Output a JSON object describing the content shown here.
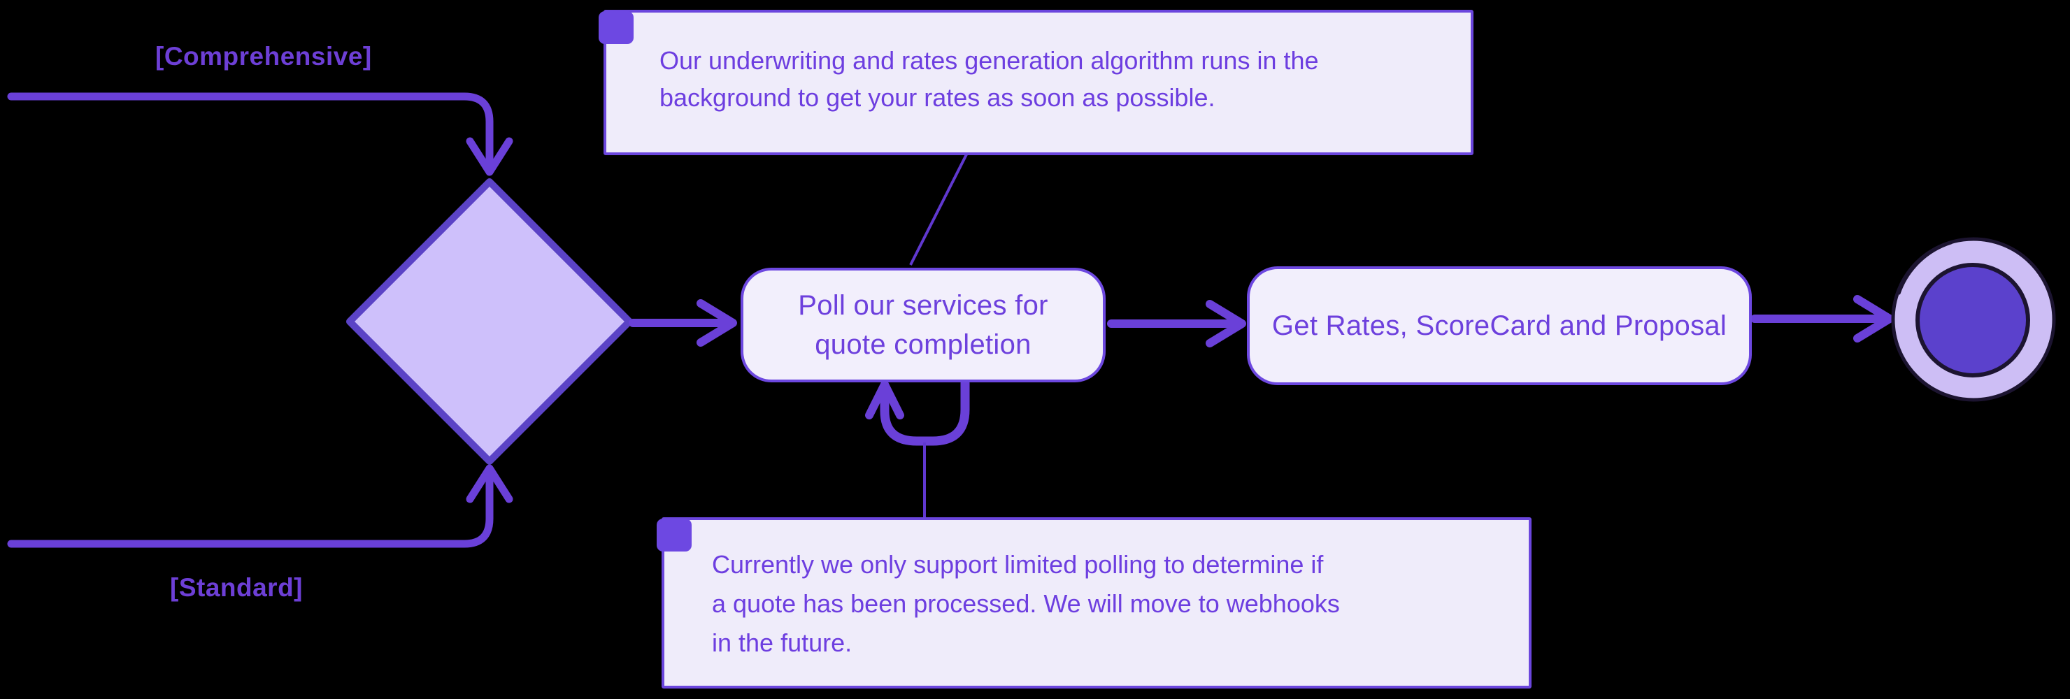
{
  "diagram_type": "uml-activity-flowchart",
  "colors": {
    "background": "#000000",
    "flow_line": "#6a40d8",
    "diamond_fill": "#cec0fb",
    "diamond_border": "#5b43c6",
    "node_fill": "#f2effc",
    "node_border": "#6d48e0",
    "node_text": "#6d40dd",
    "note_fill": "#efecfa",
    "note_border": "#6b46dd",
    "note_corner": "#6d48e2",
    "note_text": "#6d3ee0",
    "guard_text": "#6d3fd6",
    "note_connector": "#6038d0",
    "final_outer_fill": "#cdbef5",
    "final_inner_fill": "#5b41cc",
    "final_outline": "#1c1430"
  },
  "guards": {
    "comprehensive": "[Comprehensive]",
    "standard": "[Standard]"
  },
  "activities": {
    "poll": {
      "lines": [
        "Poll our services for",
        "quote completion"
      ],
      "full": "Poll our services for quote completion"
    },
    "get_rates": {
      "lines": [
        "Get Rates, ScoreCard and Proposal"
      ],
      "full": "Get Rates, ScoreCard and Proposal"
    }
  },
  "notes": {
    "underwriting": {
      "lines": [
        "Our underwriting and rates generation algorithm runs in the",
        "background to get your rates as soon as possible."
      ],
      "full": "Our underwriting and rates generation algorithm runs in the background to get your rates as soon as possible."
    },
    "polling": {
      "lines": [
        "Currently we only support limited polling to determine if",
        "a quote has been processed. We will move to webhooks",
        "in the future."
      ],
      "full": "Currently we only support limited polling to determine if a quote has been processed. We will move to webhooks in the future."
    }
  }
}
